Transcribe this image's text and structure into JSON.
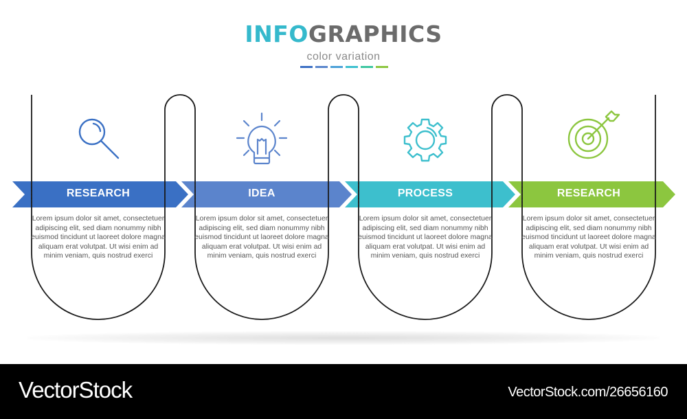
{
  "header": {
    "title_part1": "INFO",
    "title_part2": "GRAPHICS",
    "subtitle": "color variation",
    "swatch_colors": [
      "#3a6fc4",
      "#5a86cc",
      "#4aa0d8",
      "#3cc0cf",
      "#3cc6a0",
      "#8cc63f"
    ]
  },
  "steps": [
    {
      "label": "RESEARCH",
      "icon": "magnifier-icon",
      "color": "#3a70c4",
      "text": "Lorem ipsum dolor sit amet, consectetuer adipiscing elit, sed diam nonummy nibh euismod tincidunt ut laoreet dolore magna aliquam erat volutpat. Ut wisi enim ad minim veniam, quis nostrud exerci"
    },
    {
      "label": "IDEA",
      "icon": "lightbulb-icon",
      "color": "#5b84cc",
      "text": "Lorem ipsum dolor sit amet, consectetuer adipiscing elit, sed diam nonummy nibh euismod tincidunt ut laoreet dolore magna aliquam erat volutpat. Ut wisi enim ad minim veniam, quis nostrud exerci"
    },
    {
      "label": "PROCESS",
      "icon": "gear-icon",
      "color": "#3dbfcd",
      "text": "Lorem ipsum dolor sit amet, consectetuer adipiscing elit, sed diam nonummy nibh euismod tincidunt ut laoreet dolore magna aliquam erat volutpat. Ut wisi enim ad minim veniam, quis nostrud exerci"
    },
    {
      "label": "RESEARCH",
      "icon": "target-icon",
      "color": "#8cc63f",
      "text": "Lorem ipsum dolor sit amet, consectetuer adipiscing elit, sed diam nonummy nibh euismod tincidunt ut laoreet dolore magna aliquam erat volutpat. Ut wisi enim ad minim veniam, quis nostrud exerci"
    }
  ],
  "footer": {
    "brand": "VectorStock",
    "url": "VectorStock.com/26656160"
  }
}
